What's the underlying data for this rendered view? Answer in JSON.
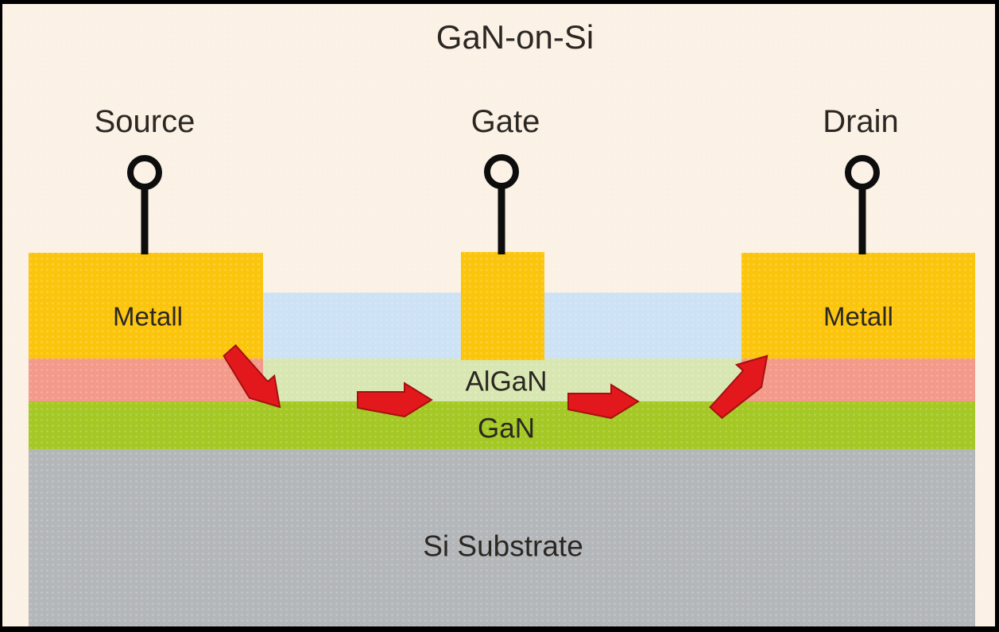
{
  "title": "GaN-on-Si",
  "terminals": [
    {
      "id": "source",
      "label": "Source"
    },
    {
      "id": "gate",
      "label": "Gate"
    },
    {
      "id": "drain",
      "label": "Drain"
    }
  ],
  "layers": {
    "metal_left_label": "Metall",
    "metal_right_label": "Metall",
    "algan_label": "AlGaN",
    "gan_label": "GaN",
    "substrate_label": "Si Substrate"
  },
  "arrows": {
    "count": 4,
    "description": "red current-flow arrows from source contact through the AlGaN/GaN channel to drain contact"
  },
  "colors": {
    "background": "#fbf1e5",
    "frame_border": "#000000",
    "metal": "#fcc50d",
    "passivation": "#cde2f4",
    "algan": "#d8e7b2",
    "gan": "#a4c824",
    "contact_region": "#f39a8a",
    "substrate": "#b4b7ba",
    "arrow_fill": "#e2181c",
    "arrow_edge": "#a5100f",
    "terminal_stroke": "#0d0d0d",
    "text": "#2b2723"
  }
}
